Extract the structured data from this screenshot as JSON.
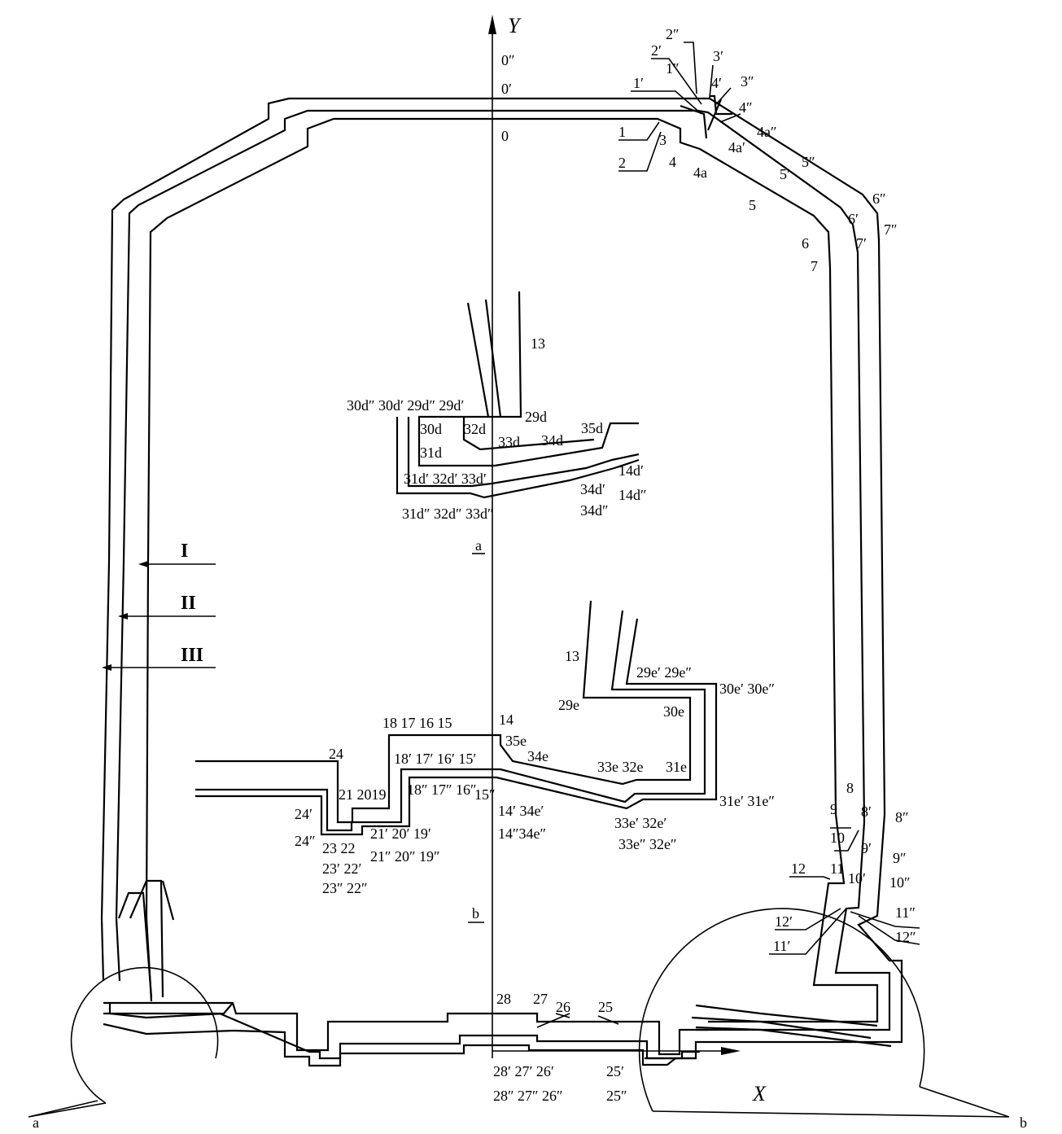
{
  "axes": {
    "x_label": "X",
    "y_label": "Y"
  },
  "section_marks": {
    "left": "a",
    "right": "b",
    "mid_upper": "a",
    "mid_lower": "b"
  },
  "roman_labels": [
    "I",
    "II",
    "III"
  ],
  "labels": {
    "p0pp": "0″",
    "p0p": "0′",
    "p0": "0",
    "p1": "1",
    "p2": "2",
    "p1p": "1′",
    "p2p": "2′",
    "p1pp": "1″",
    "p2pp": "2″",
    "p3": "3",
    "p3p": "3′",
    "p3pp": "3″",
    "p4": "4",
    "p4p": "4′",
    "p4pp": "4″",
    "p4a": "4a",
    "p4ap": "4a′",
    "p4app": "4a″",
    "p5": "5",
    "p5p": "5′",
    "p5pp": "5″",
    "p6": "6",
    "p6p": "6′",
    "p6pp": "6″",
    "p7": "7",
    "p7p": "7′",
    "p7pp": "7″",
    "p8": "8",
    "p8p": "8′",
    "p8pp": "8″",
    "p9": "9",
    "p9p": "9′",
    "p9pp": "9″",
    "p10": "10",
    "p10p": "10′",
    "p10pp": "10″",
    "p11": "11",
    "p11p": "11′",
    "p11pp": "11″",
    "p12": "12",
    "p12p": "12′",
    "p12pp": "12″",
    "p13a": "13",
    "p13b": "13",
    "r29d": "30d″  30d′   29d″ 29d′",
    "p29d": "29d",
    "p30d": "30d",
    "p32d": "32d",
    "p35d": "35d",
    "p31d": "31d",
    "p33d": "33d",
    "p34d": "34d",
    "r31dp": "31d′      32d′   33d′",
    "p34dp": "34d′",
    "p14dp": "14d′",
    "r31dpp": "31d″    32d″   33d″",
    "p34dpp": "34d″",
    "p14dpp": "14d″",
    "p29e": "29e",
    "r29ep": "29e′ 29e″",
    "r30ep": "30e′ 30e″",
    "p30e": "30e",
    "r18": "18       17 16 15",
    "p14": "14",
    "p35e": "35e",
    "p34e": "34e",
    "r33e": "33e 32e",
    "p31e": "31e",
    "p24": "24",
    "r21": "21 2019",
    "r18p": "18′  17′ 16′ 15′",
    "r18pp": "18″ 17″ 16″",
    "p15pp": "15″",
    "r31ep": "31e′  31e″",
    "p24p": "24′",
    "p24pp": "24″",
    "r23": "23  22",
    "r21p": "21′ 20′  19′",
    "r23p": "23′ 22′",
    "r21pp": "21″ 20″ 19″",
    "r23pp": "23″ 22″",
    "r14p": "14′ 34e′",
    "r14pp": "14″34e″",
    "r33ep": "33e′   32e′",
    "r33epp": "33e″   32e″",
    "p28": "28",
    "p27": "27",
    "p26": "26",
    "p25": "25",
    "r28p": "28′  27′  26′",
    "p25p": "25′",
    "r28pp": "28″  27″  26″",
    "p25pp": "25″"
  }
}
